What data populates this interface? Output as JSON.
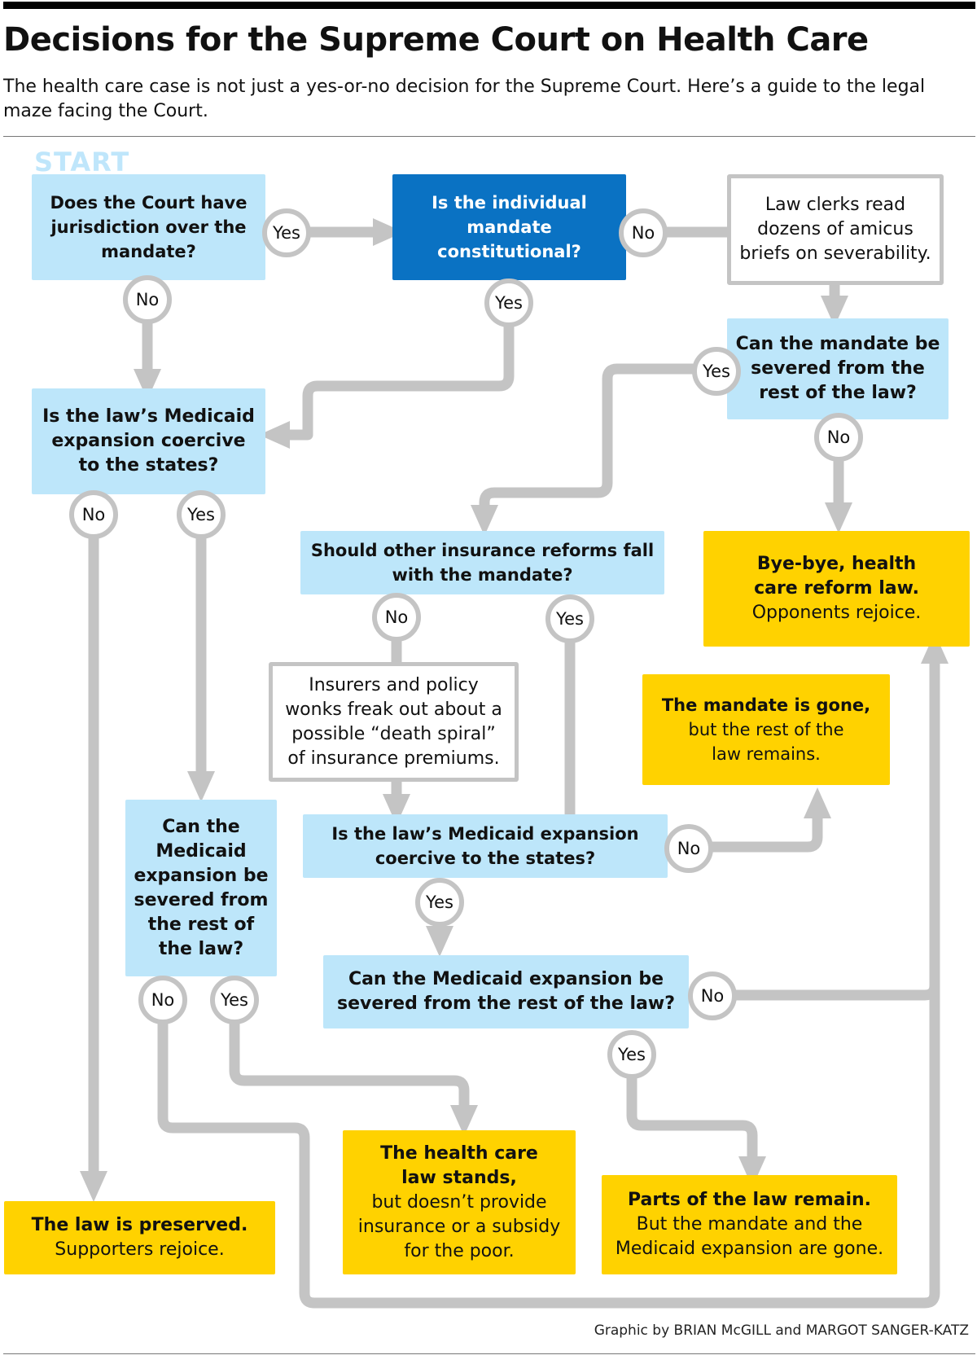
{
  "header": {
    "title": "Decisions for the Supreme Court on Health Care",
    "subtitle": "The health care case is not just a yes-or-no decision for the Supreme Court. Here’s a guide to the legal maze facing the Court.",
    "start_label": "START"
  },
  "questions": {
    "q1": "Does the Court have jurisdiction over the mandate?",
    "q2": "Is the individual mandate constitutional?",
    "q3": "Can the mandate be severed from the rest of the law?",
    "q4": "Is the law’s Medicaid expansion coercive to the states?",
    "q5": "Should other insurance reforms fall with the mandate?",
    "q6": "Can the Medicaid expansion be severed from the rest of the law?",
    "q7": "Is the law’s Medicaid expansion coercive to the states?",
    "q8": "Can the Medicaid expansion be severed from the rest of the law?"
  },
  "notes": {
    "n1": "Law clerks read dozens of amicus briefs on severability.",
    "n2": "Insurers and policy wonks freak out about a possible “death spiral” of insurance premiums."
  },
  "outcomes": {
    "o1": {
      "bold": "Bye-bye, health care reform law.",
      "text": "Opponents rejoice."
    },
    "o2": {
      "bold": "The mandate is gone,",
      "text": "but the rest of the law remains."
    },
    "o3": {
      "bold": "The law is preserved.",
      "text": "Supporters rejoice."
    },
    "o4": {
      "bold": "The health care law stands,",
      "text": "but doesn’t provide insurance or a subsidy for the poor."
    },
    "o5": {
      "bold": "Parts of the law remain.",
      "text": "But the mandate and the Medicaid expansion are gone."
    }
  },
  "labels": {
    "yes": "Yes",
    "no": "No"
  },
  "colors": {
    "question": "#bde6fa",
    "question_highlight": "#0a72c3",
    "outcome": "#ffd200",
    "connector": "#c4c4c4"
  },
  "footer": {
    "credit": "Graphic by BRIAN McGILL and MARGOT SANGER-KATZ"
  }
}
